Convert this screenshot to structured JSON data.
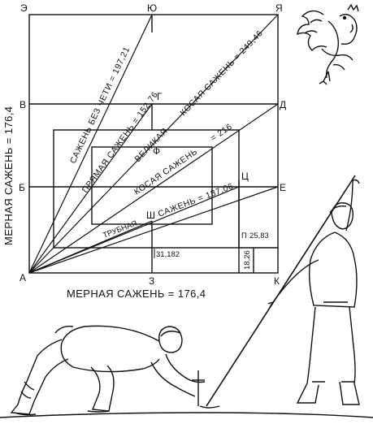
{
  "points": {
    "E": "Э",
    "Yu": "Ю",
    "Ya": "Я",
    "V": "В",
    "G": "Г",
    "D": "Д",
    "F": "Ф",
    "B": "Б",
    "Ts": "Ц",
    "Ye": "Е",
    "Sh": "Ш",
    "P": "П",
    "A": "А",
    "Z": "З",
    "K": "К"
  },
  "lines": {
    "bez_cheti": "САЖЕНЬ БЕЗ ЧЕТИ = 197,21",
    "pryamaya": "ПРЯМАЯ САЖЕНЬ = 152,76",
    "kosaya_velikaya_a": "КОСАЯ САЖЕНЬ = 249,46",
    "kosaya_velikaya_b": "ВЕЛИКАЯ",
    "kosaya": "КОСАЯ САЖЕНЬ",
    "kosaya_val": "= 216",
    "trubnaya_a": "ТРУБНАЯ",
    "trubnaya_b": "САЖЕНЬ = 187,06"
  },
  "measures": {
    "p_value": "25,83",
    "sh_value": "31,182",
    "small_value": "18,26"
  },
  "axes": {
    "bottom": "МЕРНАЯ САЖЕНЬ = 176,4",
    "left": "МЕРНАЯ САЖЕНЬ = 176,4"
  }
}
